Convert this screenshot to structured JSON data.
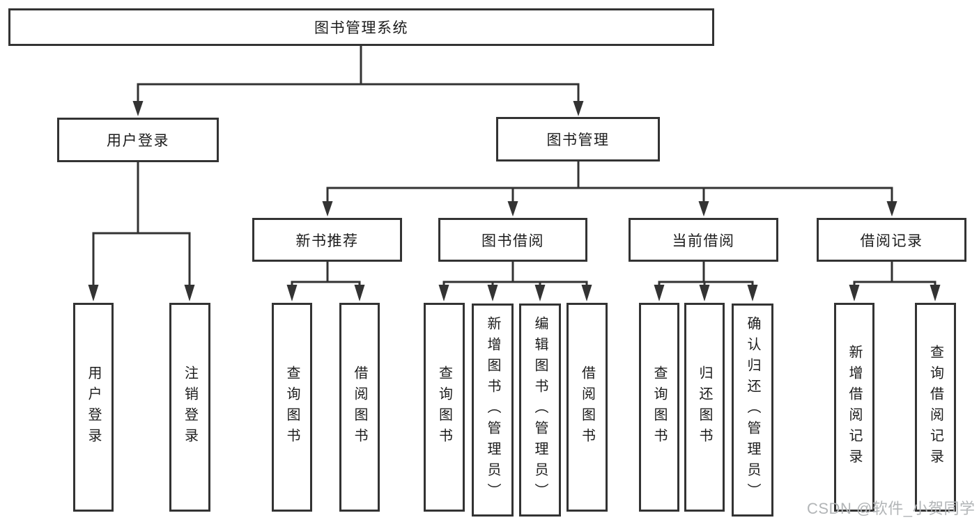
{
  "diagram": {
    "root": {
      "label": "图书管理系统"
    },
    "level2": [
      {
        "label": "用户登录",
        "parent": "图书管理系统"
      },
      {
        "label": "图书管理",
        "parent": "图书管理系统"
      }
    ],
    "level3": [
      {
        "label": "新书推荐",
        "parent": "图书管理"
      },
      {
        "label": "图书借阅",
        "parent": "图书管理"
      },
      {
        "label": "当前借阅",
        "parent": "图书管理"
      },
      {
        "label": "借阅记录",
        "parent": "图书管理"
      }
    ],
    "leaves": [
      {
        "label": "用户登录",
        "parent": "用户登录"
      },
      {
        "label": "注销登录",
        "parent": "用户登录"
      },
      {
        "label": "查询图书",
        "parent": "新书推荐"
      },
      {
        "label": "借阅图书",
        "parent": "新书推荐"
      },
      {
        "label": "查询图书",
        "parent": "图书借阅"
      },
      {
        "label": "新增图书（管理员）",
        "parent": "图书借阅"
      },
      {
        "label": "编辑图书（管理员）",
        "parent": "图书借阅"
      },
      {
        "label": "借阅图书",
        "parent": "图书借阅"
      },
      {
        "label": "查询图书",
        "parent": "当前借阅"
      },
      {
        "label": "归还图书",
        "parent": "当前借阅"
      },
      {
        "label": "确认归还（管理员）",
        "parent": "当前借阅"
      },
      {
        "label": "新增借阅记录",
        "parent": "借阅记录"
      },
      {
        "label": "查询借阅记录",
        "parent": "借阅记录"
      }
    ]
  },
  "watermark": {
    "text": "CSDN @软件_小贺同学"
  },
  "colors": {
    "line": "#333333",
    "text": "#1c1c1c",
    "background": "#ffffff",
    "watermark": "#b2b5b7"
  }
}
